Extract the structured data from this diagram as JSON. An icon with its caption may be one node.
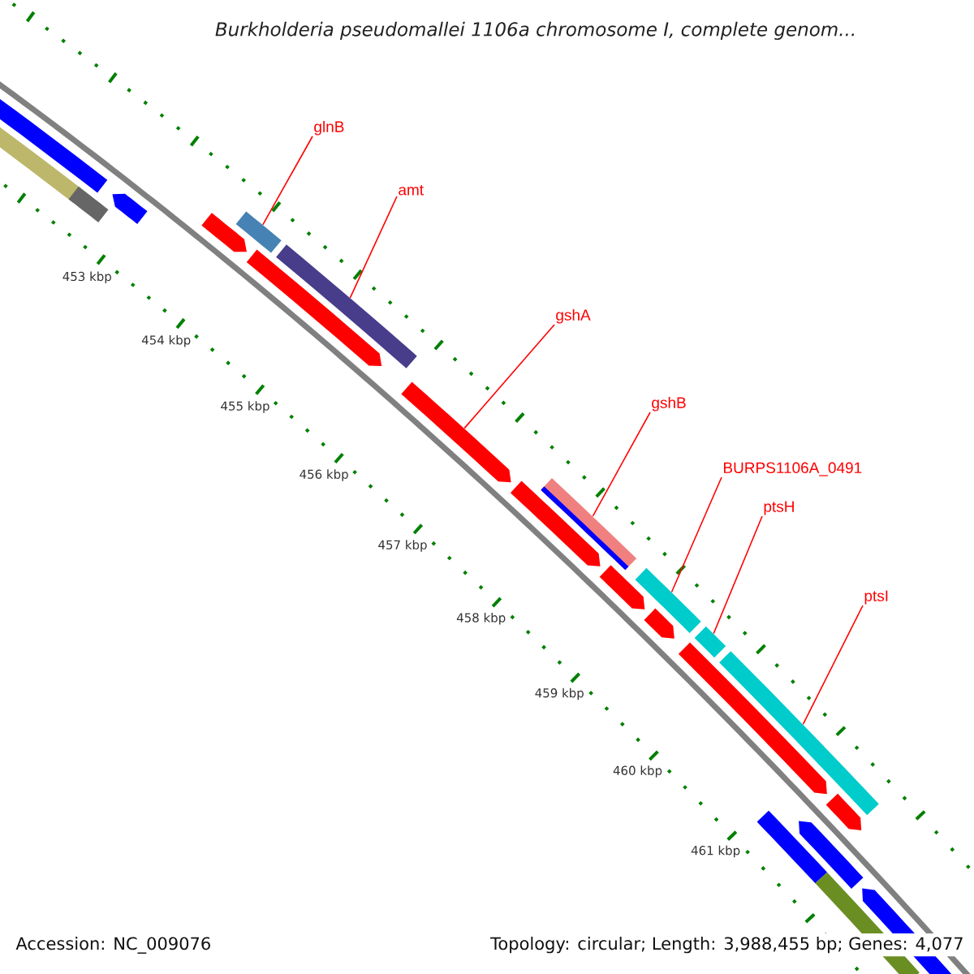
{
  "diagram": {
    "title": "Burkholderia pseudomallei 1106a chromosome I, complete genom...",
    "nodes": [
      {
        "text": [
          "glnB"
        ]
      },
      {
        "text": [
          "amt"
        ]
      },
      {
        "text": [
          "gshA"
        ]
      },
      {
        "text": [
          "gshB"
        ]
      },
      {
        "text": [
          "BURPS1106A_0491"
        ]
      },
      {
        "text": [
          "ptsH"
        ]
      },
      {
        "text": [
          "ptsI"
        ]
      },
      {
        "text": [],
        "shape": "bar"
      },
      {
        "text": [],
        "shape": "bar"
      },
      {
        "text": [],
        "shape": "bar"
      },
      {
        "text": [],
        "shape": "bar"
      },
      {
        "text": [],
        "shape": "bar"
      },
      {
        "text": [],
        "shape": "bar"
      },
      {
        "text": [],
        "shape": "bar"
      },
      {
        "text": [],
        "shape": "bar"
      },
      {
        "text": [],
        "shape": "bar"
      }
    ],
    "edges": [
      {
        "from": 0,
        "to": 7,
        "arrow": "none"
      },
      {
        "from": 1,
        "to": 8,
        "arrow": "none"
      },
      {
        "from": 2,
        "to": 9,
        "arrow": "none"
      },
      {
        "from": 3,
        "to": 10,
        "arrow": "none"
      },
      {
        "from": 4,
        "to": 11,
        "arrow": "none"
      },
      {
        "from": 5,
        "to": 12,
        "arrow": "none"
      },
      {
        "from": 6,
        "to": 13,
        "arrow": "none"
      }
    ],
    "labels": [
      "453 kbp",
      "454 kbp",
      "455 kbp",
      "456 kbp",
      "457 kbp",
      "458 kbp",
      "459 kbp",
      "460 kbp",
      "461 kbp",
      "Accession: NC_009076",
      "Topology: circular; Length: 3,988,455 bp; Genes: 4,077"
    ]
  }
}
